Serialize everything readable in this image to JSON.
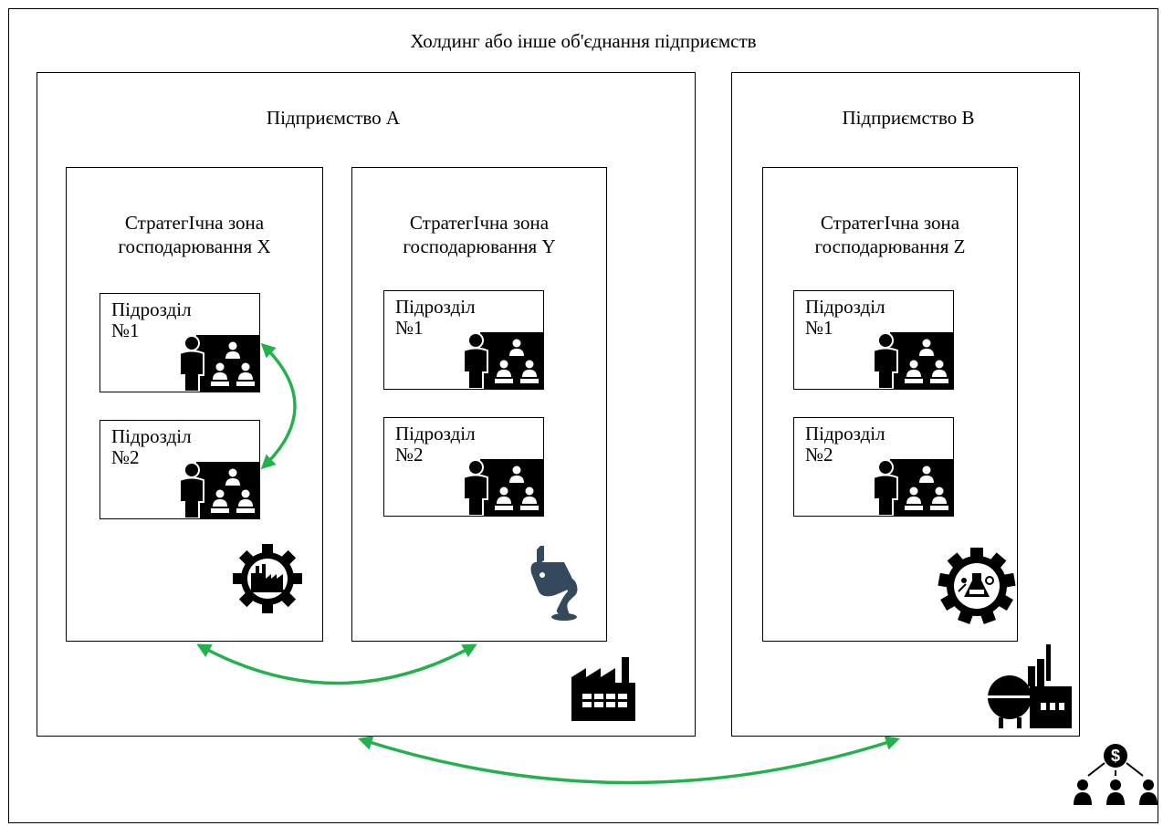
{
  "holding": {
    "title": "Холдинг або інше об'єднання підприємств"
  },
  "enterprises": [
    {
      "title": "Підприємство А",
      "zones": [
        {
          "line1": "СтратегІчна зона",
          "line2": "господарювання X",
          "units": [
            {
              "line1": "Підрозділ",
              "line2": "№1"
            },
            {
              "line1": "Підрозділ",
              "line2": "№2"
            }
          ]
        },
        {
          "line1": "СтратегІчна зона",
          "line2": "господарювання Y",
          "units": [
            {
              "line1": "Підрозділ",
              "line2": "№1"
            },
            {
              "line1": "Підрозділ",
              "line2": "№2"
            }
          ]
        }
      ]
    },
    {
      "title": "Підприємство В",
      "zones": [
        {
          "line1": "СтратегІчна зона",
          "line2": "господарювання Z",
          "units": [
            {
              "line1": "Підрозділ",
              "line2": "№1"
            },
            {
              "line1": "Підрозділ",
              "line2": "№2"
            }
          ]
        }
      ]
    }
  ],
  "icons": {
    "team": "team-presentation-icon",
    "zone_x": "industry-gear-icon",
    "zone_y": "metal-casting-ladle-icon",
    "zone_z": "chemistry-gear-icon",
    "enterprise_a": "factory-icon",
    "enterprise_b": "refinery-plant-icon",
    "holding": "financial-hierarchy-icon"
  },
  "colors": {
    "arrow": "#22b14c",
    "icon": "#000000",
    "ladle": "#34495e"
  }
}
